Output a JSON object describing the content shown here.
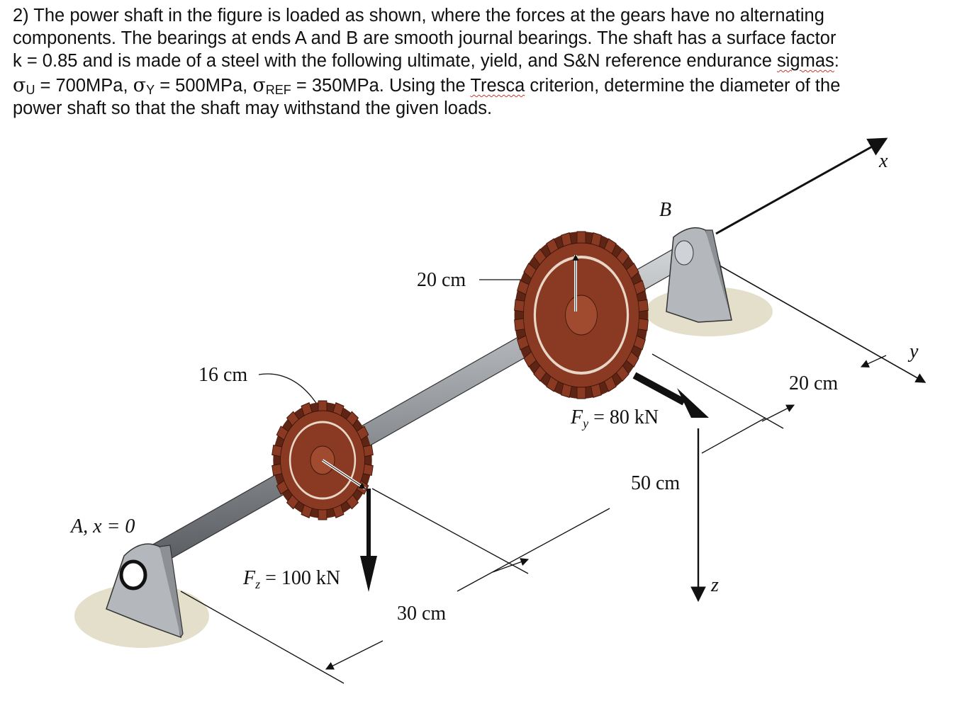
{
  "problem": {
    "line1": "2) The power shaft in the figure is loaded as shown, where the forces at the gears have no alternating",
    "line2": "components. The bearings at ends A and B are smooth journal bearings. The shaft has a surface factor",
    "line3_pre": "k = 0.85 and is made of a steel with the following ultimate, yield, and S&N reference endurance ",
    "line3_word": "sigmas",
    "line3_end": ":",
    "sigma": "σ",
    "sub_u": "U",
    "sub_y": "Y",
    "sub_ref": "REF",
    "val_u": " = 700MPa, ",
    "val_y": " = 500MPa, ",
    "val_ref": " = 350MPa. Using the ",
    "tresca": "Tresca",
    "line4_end": " criterion, determine the diameter of the",
    "line5": "power shaft so that the shaft may withstand the given loads."
  },
  "diagram": {
    "label_A": "A, ",
    "label_x0": "x = 0",
    "label_B": "B",
    "axis_x": "x",
    "axis_y": "y",
    "axis_z": "z",
    "dim_16": "16 cm",
    "dim_20_top": "20 cm",
    "dim_20_right": "20 cm",
    "dim_30": "30 cm",
    "dim_50": "50 cm",
    "force_z_sym": "F",
    "force_z_sub": "z",
    "force_z_val": " = 100 kN",
    "force_y_sym": "F",
    "force_y_sub": "y",
    "force_y_val": " = 80 kN"
  },
  "colors": {
    "gear": "#8a3a22",
    "gear_dark": "#5e2515",
    "shaft": "#a9acb1",
    "bearing": "#b4b8bd",
    "shadow": "#d9d4b8"
  }
}
